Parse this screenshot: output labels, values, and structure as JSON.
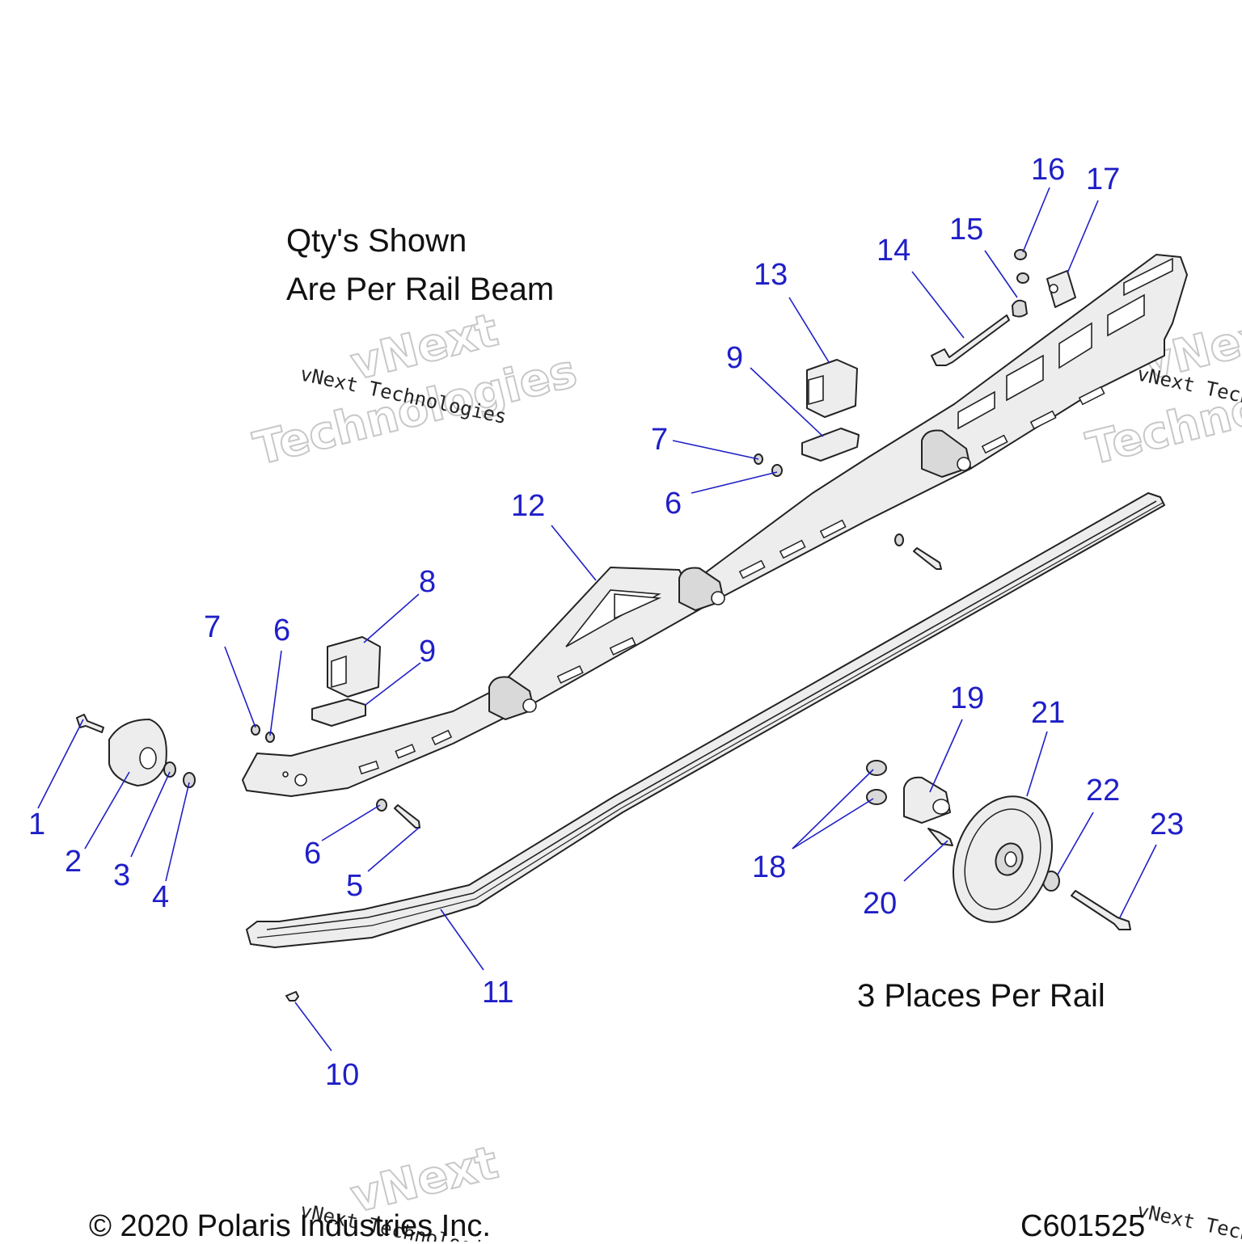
{
  "notes": {
    "qty_line1": "Qty's Shown",
    "qty_line2": "Are Per Rail Beam",
    "places": "3 Places Per Rail"
  },
  "footer": {
    "copyright": "© 2020 Polaris Industries Inc.",
    "diagram_code": "C601525"
  },
  "watermark": {
    "line1": "vNext",
    "line2": "Technologies",
    "small": "vNext Technologies"
  },
  "callouts": [
    "1",
    "2",
    "3",
    "4",
    "5",
    "6",
    "6",
    "6",
    "7",
    "7",
    "8",
    "9",
    "9",
    "10",
    "11",
    "12",
    "13",
    "14",
    "15",
    "16",
    "17",
    "18",
    "19",
    "20",
    "21",
    "22",
    "23"
  ],
  "colors": {
    "callout": "#1f1fc8",
    "line": "#222222",
    "part_fill": "#ededed"
  }
}
